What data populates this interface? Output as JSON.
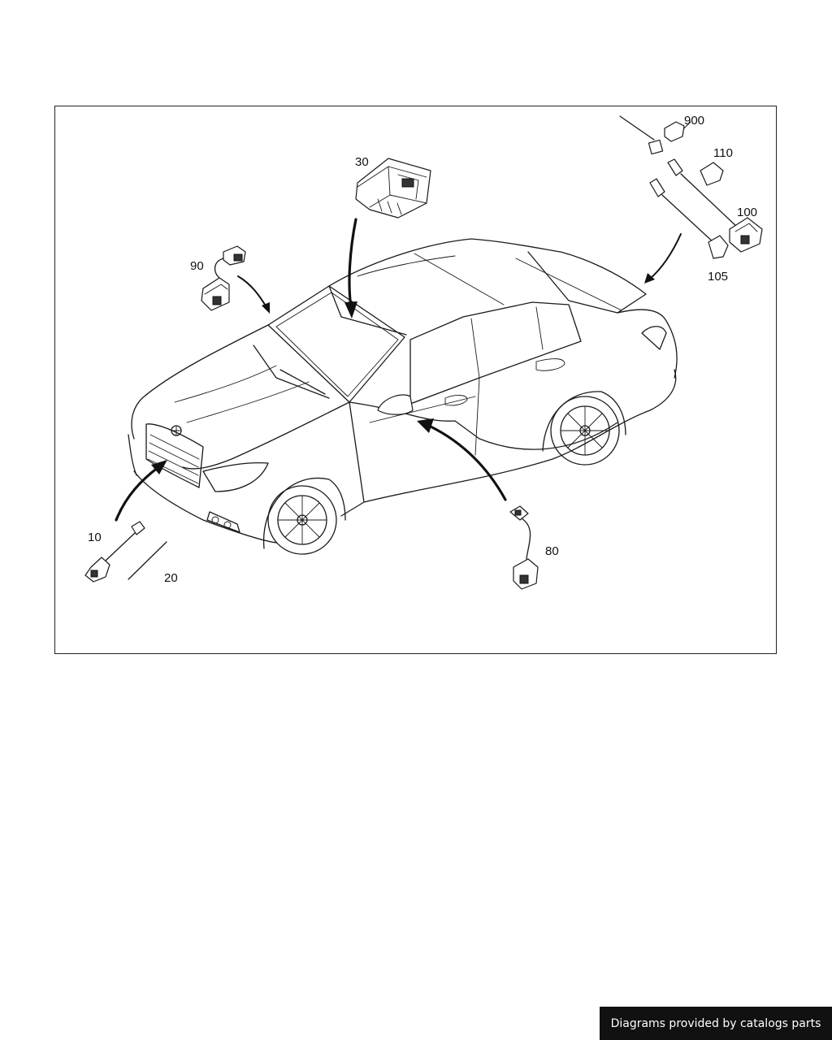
{
  "diagram": {
    "labels": {
      "l10": "10",
      "l20": "20",
      "l30": "30",
      "l80": "80",
      "l90": "90",
      "l100": "100",
      "l105": "105",
      "l110": "110",
      "l900": "900"
    }
  },
  "footer": {
    "text": "Diagrams provided by catalogs parts"
  }
}
